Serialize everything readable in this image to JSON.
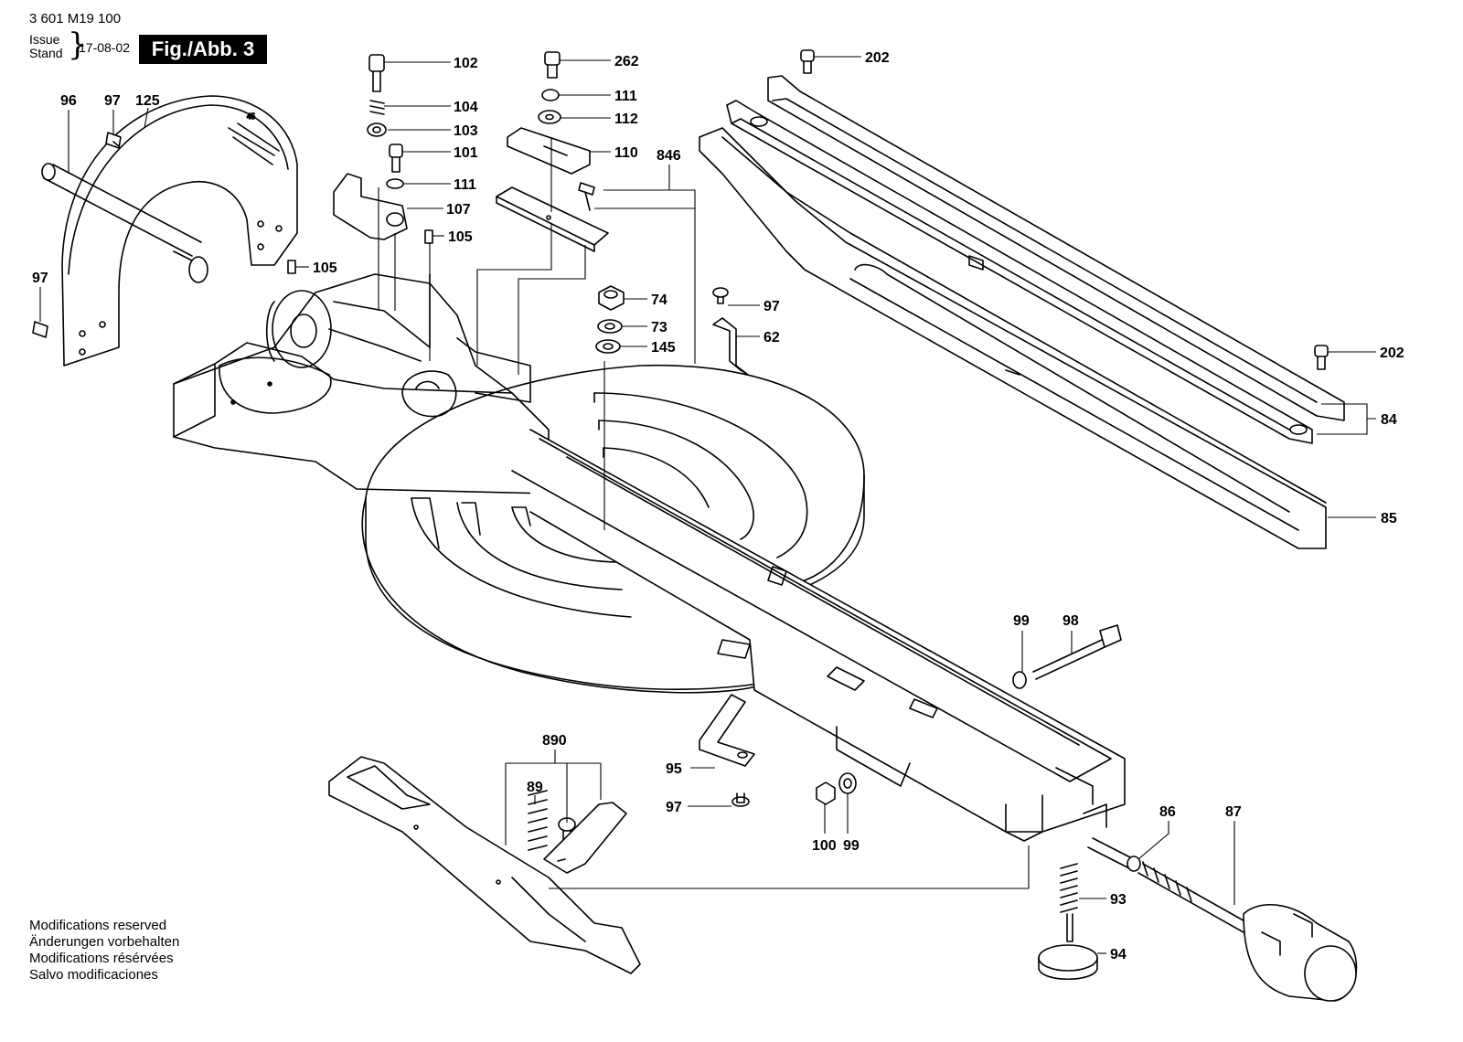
{
  "header": {
    "doc_number": "3 601 M19 100",
    "issue_label": "Issue",
    "stand_label": "Stand",
    "issue_date": "17-08-02",
    "figure_label": "Fig./Abb. 3"
  },
  "footer": {
    "lines": [
      "Modifications reserved",
      "Änderungen vorbehalten",
      "Modifications résérvées",
      "Salvo modificaciones"
    ]
  },
  "callouts": [
    {
      "id": "c102",
      "text": "102"
    },
    {
      "id": "c104",
      "text": "104"
    },
    {
      "id": "c103",
      "text": "103"
    },
    {
      "id": "c101",
      "text": "101"
    },
    {
      "id": "c111a",
      "text": "111"
    },
    {
      "id": "c107",
      "text": "107"
    },
    {
      "id": "c105a",
      "text": "105"
    },
    {
      "id": "c105b",
      "text": "105"
    },
    {
      "id": "c262",
      "text": "262"
    },
    {
      "id": "c111b",
      "text": "111"
    },
    {
      "id": "c112",
      "text": "112"
    },
    {
      "id": "c110",
      "text": "110"
    },
    {
      "id": "c846",
      "text": "846"
    },
    {
      "id": "c202a",
      "text": "202"
    },
    {
      "id": "c202b",
      "text": "202"
    },
    {
      "id": "c84",
      "text": "84"
    },
    {
      "id": "c85",
      "text": "85"
    },
    {
      "id": "c96",
      "text": "96"
    },
    {
      "id": "c97a",
      "text": "97"
    },
    {
      "id": "c125",
      "text": "125"
    },
    {
      "id": "c97b",
      "text": "97"
    },
    {
      "id": "c74",
      "text": "74"
    },
    {
      "id": "c73",
      "text": "73"
    },
    {
      "id": "c145",
      "text": "145"
    },
    {
      "id": "c97c",
      "text": "97"
    },
    {
      "id": "c62",
      "text": "62"
    },
    {
      "id": "c99a",
      "text": "99"
    },
    {
      "id": "c98",
      "text": "98"
    },
    {
      "id": "c890",
      "text": "890"
    },
    {
      "id": "c89",
      "text": "89"
    },
    {
      "id": "c95",
      "text": "95"
    },
    {
      "id": "c97d",
      "text": "97"
    },
    {
      "id": "c100",
      "text": "100"
    },
    {
      "id": "c99b",
      "text": "99"
    },
    {
      "id": "c86",
      "text": "86"
    },
    {
      "id": "c87",
      "text": "87"
    },
    {
      "id": "c93",
      "text": "93"
    },
    {
      "id": "c94",
      "text": "94"
    }
  ]
}
